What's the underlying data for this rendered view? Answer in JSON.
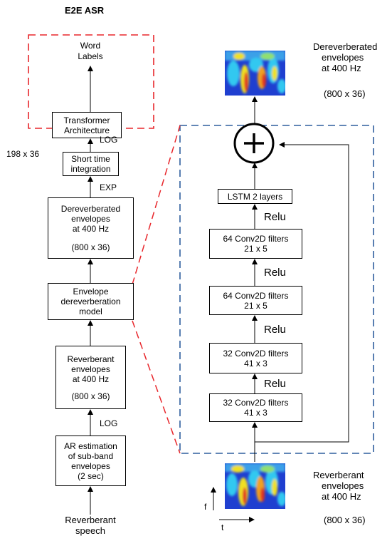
{
  "title": "E2E ASR",
  "left": {
    "word_labels": [
      "Word",
      "Labels"
    ],
    "transformer": [
      "Transformer",
      "Architecture"
    ],
    "log_top": "LOG",
    "dims_198": "198 x 36",
    "short_time": [
      "Short time",
      "integration"
    ],
    "exp": "EXP",
    "dereverb_env": [
      "Dereverberated",
      "envelopes",
      "at 400 Hz",
      "",
      "(800 x 36)"
    ],
    "env_model": [
      "Envelope",
      "dereverberation",
      "model"
    ],
    "reverb_env": [
      "Reverberant",
      "envelopes",
      "at 400 Hz",
      "",
      "(800 x 36)"
    ],
    "log_bottom": "LOG",
    "ar_est": [
      "AR estimation",
      "of sub-band",
      "envelopes",
      "(2 sec)"
    ],
    "reverb_speech": [
      "Reverberant",
      "speech"
    ]
  },
  "right": {
    "top_caption": [
      "Dereverberated",
      "envelopes",
      "at 400 Hz"
    ],
    "top_dims": "(800 x 36)",
    "plus": "+",
    "lstm": "LSTM 2 layers",
    "relu": "Relu",
    "conv64a": [
      "64 Conv2D filters",
      "21 x 5"
    ],
    "conv64b": [
      "64 Conv2D filters",
      "21 x 5"
    ],
    "conv32a": [
      "32 Conv2D filters",
      "41 x 3"
    ],
    "conv32b": [
      "32 Conv2D filters",
      "41 x 3"
    ],
    "bottom_caption": [
      "Reverberant",
      "envelopes",
      "at 400 Hz"
    ],
    "bottom_dims": "(800 x 36)",
    "axis_f": "f",
    "axis_t": "t"
  },
  "colors": {
    "red_dash": "#e8262b",
    "blue_dash": "#2f5f9e",
    "spec_blue": "#1f3fd0",
    "spec_red": "#e03020",
    "spec_yellow": "#f0e020",
    "spec_cyan": "#30c8f0"
  },
  "icons": {
    "plus": "plus-circle-icon",
    "spectrogram": "spectrogram-image"
  }
}
